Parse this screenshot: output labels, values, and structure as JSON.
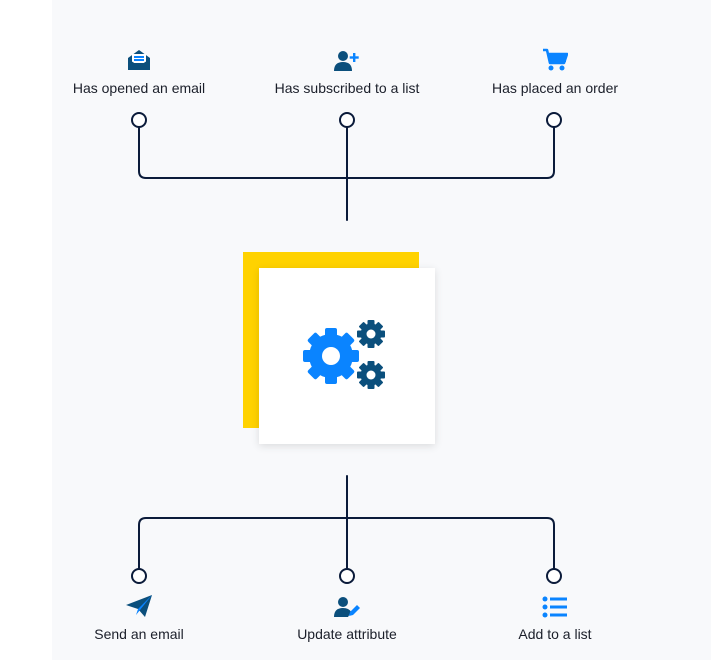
{
  "colors": {
    "wire": "#0b1b3a",
    "icon_dark": "#0b4f7c",
    "icon_blue": "#0a84ff",
    "accent_yellow": "#ffd200",
    "panel_bg": "#f8f9fb"
  },
  "triggers": [
    {
      "label": "Has opened an email",
      "icon": "open-envelope-icon"
    },
    {
      "label": "Has subscribed to a list",
      "icon": "user-plus-icon"
    },
    {
      "label": "Has placed an order",
      "icon": "shopping-cart-icon"
    }
  ],
  "center": {
    "icon": "gears-icon"
  },
  "actions": [
    {
      "label": "Send an email",
      "icon": "paper-plane-icon"
    },
    {
      "label": "Update attribute",
      "icon": "user-edit-icon"
    },
    {
      "label": "Add to a list",
      "icon": "list-icon"
    }
  ]
}
